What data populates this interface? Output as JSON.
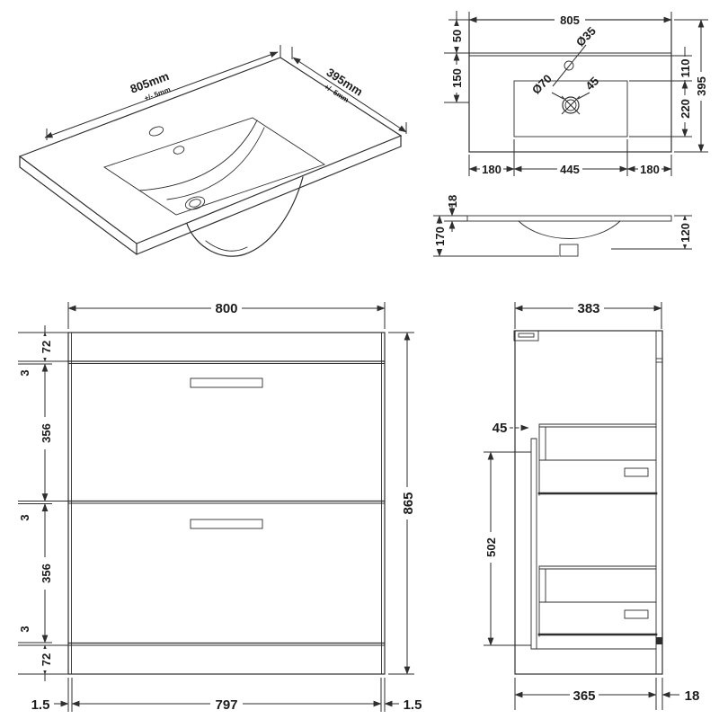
{
  "page": {
    "background": "#ffffff",
    "line_color": "#2e2e2e"
  },
  "views": {
    "isometric": {
      "width_label": "805mm",
      "width_tol": "+/- 5mm",
      "depth_label": "395mm",
      "depth_tol": "+/- 5mm"
    },
    "plan": {
      "overall_width": "805",
      "back_ledge": "50",
      "ledge_to_waste": "150",
      "top_to_bowl": "110",
      "bowl_depth": "220",
      "overall_depth": "395",
      "left_offset": "180",
      "bowl_width": "445",
      "right_offset": "180",
      "tap_hole": "Ø35",
      "waste_hole": "Ø70",
      "waste_note": "45"
    },
    "section": {
      "top_thickness": "18",
      "overall_height": "170",
      "bowl_depth": "120"
    },
    "front": {
      "overall_width": "800",
      "overall_height": "865",
      "top_rail": "72",
      "gap_top": "3",
      "drawer_upper": "356",
      "gap_mid": "3",
      "drawer_lower": "356",
      "gap_bottom": "3",
      "bottom_rail": "72",
      "edge_left": "1.5",
      "internal_width": "797",
      "edge_right": "1.5"
    },
    "side": {
      "overall_depth": "383",
      "front_clearance": "45",
      "drawer_zone": "502",
      "carcass_depth": "365",
      "back_panel": "18"
    }
  }
}
